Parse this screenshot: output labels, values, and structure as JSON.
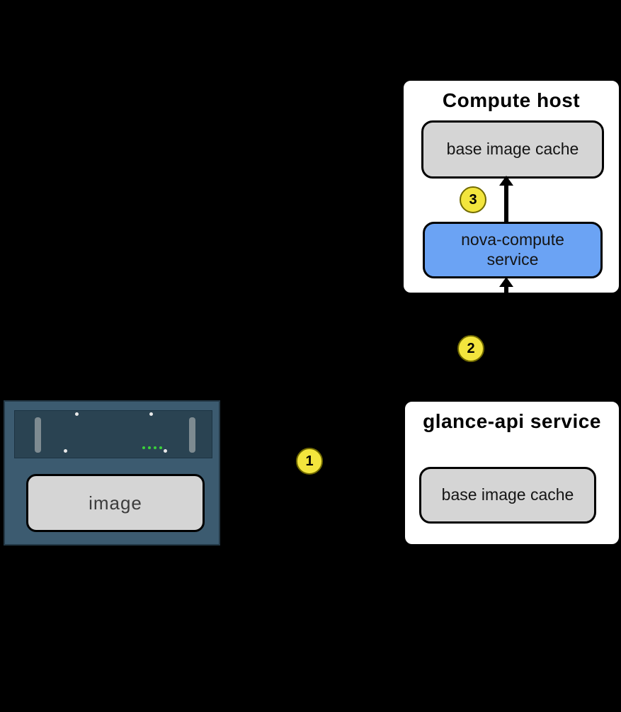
{
  "compute_host": {
    "title": "Compute host",
    "cache_label": "base image cache",
    "nova_lines": [
      "nova-compute",
      "service"
    ]
  },
  "glance_api": {
    "title": "glance-api service",
    "cache_label": "base image cache"
  },
  "server": {
    "image_label": "image"
  },
  "steps": [
    "1",
    "2",
    "3"
  ],
  "colors": {
    "background": "#000000",
    "panel_white": "#ffffff",
    "box_gray": "#d5d5d5",
    "box_blue": "#6ba3f4",
    "badge_fill": "#f3e53d",
    "badge_border": "#716a00",
    "arrow_black": "#000000",
    "server_body": "#3c5b70",
    "server_panel": "#2a4352",
    "server_slot": "#7e8b91",
    "server_screw": "#e9e9e9",
    "server_led": "#3ad23a"
  }
}
